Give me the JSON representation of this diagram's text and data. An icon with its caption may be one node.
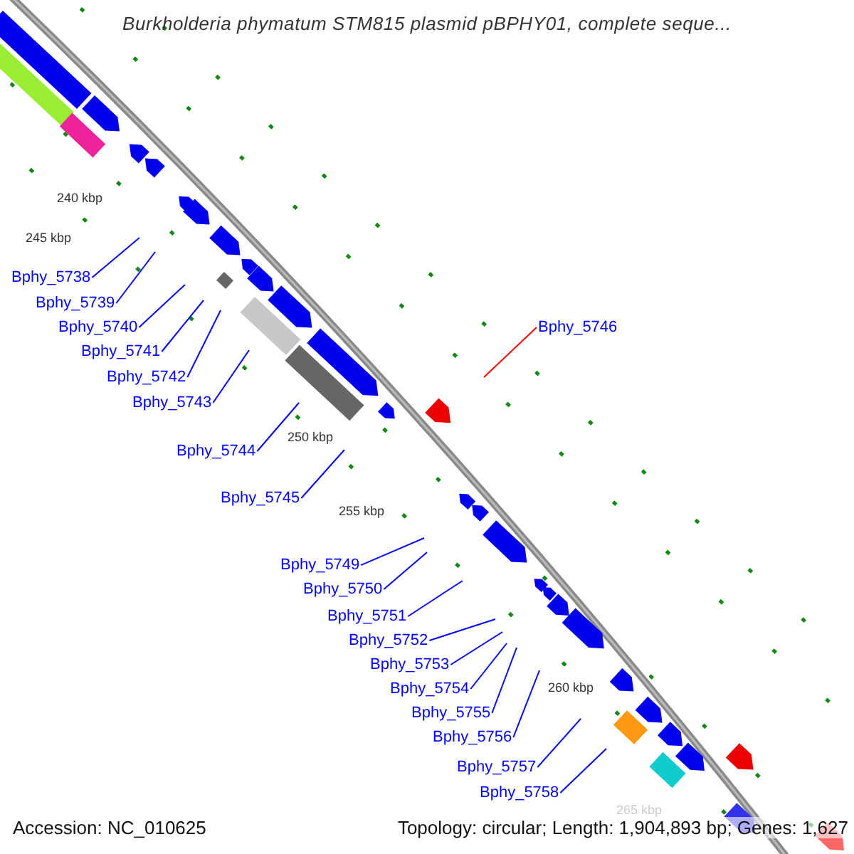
{
  "diagram": {
    "title": "Burkholderia phymatum STM815 plasmid pBPHY01, complete seque...",
    "nodes": [
      {
        "text": [
          "Bphy_5738"
        ]
      },
      {
        "text": [
          "Bphy_5739"
        ]
      },
      {
        "text": [
          "Bphy_5740"
        ]
      },
      {
        "text": [
          "Bphy_5746"
        ]
      },
      {
        "text": [
          "Bphy_5741"
        ]
      },
      {
        "text": [
          "Bphy_5742"
        ]
      },
      {
        "text": [
          "Bphy_5743"
        ]
      },
      {
        "text": [
          "Bphy_5744"
        ]
      },
      {
        "text": [
          "Bphy_5745"
        ]
      },
      {
        "text": [
          "Bphy_5749"
        ]
      },
      {
        "text": [
          "Bphy_5750"
        ]
      },
      {
        "text": [
          "Bphy_5751"
        ]
      },
      {
        "text": [
          "Bphy_5752"
        ]
      },
      {
        "text": [
          "Bphy_5753"
        ]
      },
      {
        "text": [
          "Bphy_5754"
        ]
      },
      {
        "text": [
          "Bphy_5755"
        ]
      },
      {
        "text": [
          "Bphy_5756"
        ]
      },
      {
        "text": [
          "Bphy_5757"
        ]
      },
      {
        "text": [
          "Bphy_5758"
        ]
      }
    ],
    "edges": [
      {
        "from": 0,
        "to": null,
        "arrow": "none"
      },
      {
        "from": 1,
        "to": null,
        "arrow": "none"
      },
      {
        "from": 2,
        "to": null,
        "arrow": "none"
      },
      {
        "from": 3,
        "to": null,
        "arrow": "none",
        "color": "#ff0000"
      },
      {
        "from": 4,
        "to": null,
        "arrow": "none"
      },
      {
        "from": 5,
        "to": null,
        "arrow": "none"
      },
      {
        "from": 6,
        "to": null,
        "arrow": "none"
      },
      {
        "from": 7,
        "to": null,
        "arrow": "none"
      },
      {
        "from": 8,
        "to": null,
        "arrow": "none"
      },
      {
        "from": 9,
        "to": null,
        "arrow": "none"
      },
      {
        "from": 10,
        "to": null,
        "arrow": "none"
      },
      {
        "from": 11,
        "to": null,
        "arrow": "none"
      },
      {
        "from": 12,
        "to": null,
        "arrow": "none"
      },
      {
        "from": 13,
        "to": null,
        "arrow": "none"
      },
      {
        "from": 14,
        "to": null,
        "arrow": "none"
      },
      {
        "from": 15,
        "to": null,
        "arrow": "none"
      },
      {
        "from": 16,
        "to": null,
        "arrow": "none"
      },
      {
        "from": 17,
        "to": null,
        "arrow": "none"
      },
      {
        "from": 18,
        "to": null,
        "arrow": "none"
      }
    ],
    "labels": [
      "240 kbp",
      "245 kbp",
      "250 kbp",
      "255 kbp",
      "260 kbp",
      "265 kbp",
      "Accession: NC_010625",
      "Topology: circular; Length: 1,904,893 bp; Genes: 1,627"
    ]
  }
}
